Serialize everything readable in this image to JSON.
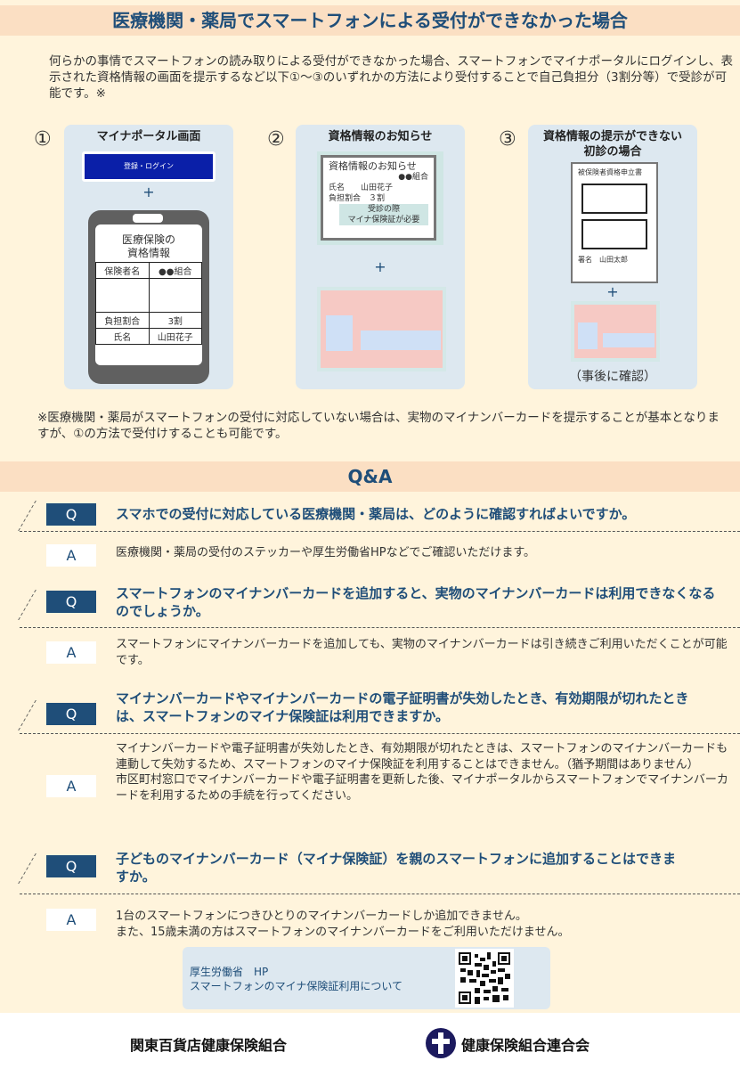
{
  "title": "医療機関・薬局でスマートフォンによる受付ができなかった場合",
  "intro": "何らかの事情でスマートフォンの読み取りによる受付ができなかった場合、スマートフォンでマイナポータルにログインし、表示された資格情報の画面を提示するなど以下①～③のいずれかの方法により受付することで自己負担分（3割分等）で受診が可能です。※",
  "methods": [
    {
      "num": "①",
      "title": "マイナポータル画面",
      "login_button": "登録・ログイン",
      "plus": "+",
      "screen_title": "医療保険の\n資格情報",
      "rows": [
        [
          "保険者名",
          "●●組合"
        ],
        [
          "",
          ""
        ],
        [
          "負担割合",
          "3割"
        ],
        [
          "氏名",
          "山田花子"
        ]
      ]
    },
    {
      "num": "②",
      "title": "資格情報のお知らせ",
      "plus": "+",
      "doc_title": "資格情報のお知らせ",
      "doc_org": "●●組合",
      "doc_name": "氏名　　山田花子",
      "doc_ratio": "負担割合　３割",
      "doc_note": "受診の際\nマイナ保険証が必要"
    },
    {
      "num": "③",
      "title": "資格情報の提示ができない\n初診の場合",
      "plus": "+",
      "doc_title": "被保険者資格申立書",
      "doc_sign": "署名　山田太郎",
      "caption": "（事後に確認）"
    }
  ],
  "note": "※医療機関・薬局がスマートフォンの受付に対応していない場合は、実物のマイナンバーカードを提示することが基本となりますが、①の方法で受付けすることも可能です。",
  "qa_title": "Q&A",
  "q_label": "Q",
  "a_label": "A",
  "qa": [
    {
      "q": "スマホでの受付に対応している医療機関・薬局は、どのように確認すればよいですか。",
      "a": "医療機関・薬局の受付のステッカーや厚生労働省HPなどでご確認いただけます。"
    },
    {
      "q": "スマートフォンのマイナンバーカードを追加すると、実物のマイナンバーカードは利用できなくなるのでしょうか。",
      "a": "スマートフォンにマイナンバーカードを追加しても、実物のマイナンバーカードは引き続きご利用いただくことが可能です。"
    },
    {
      "q": "マイナンバーカードやマイナンバーカードの電子証明書が失効したとき、有効期限が切れたときは、スマートフォンのマイナ保険証は利用できますか。",
      "a": "マイナンバーカードや電子証明書が失効したとき、有効期限が切れたときは、スマートフォンのマイナンバーカードも連動して失効するため、スマートフォンのマイナ保険証を利用することはできません。（猶予期間はありません）\n市区町村窓口でマイナンバーカードや電子証明書を更新した後、マイナポータルからスマートフォンでマイナンバーカードを利用するための手続を行ってください。"
    },
    {
      "q": "子どものマイナンバーカード（マイナ保険証）を親のスマートフォンに追加することはできますか。",
      "a": "1台のスマートフォンにつきひとりのマイナンバーカードしか追加できません。\nまた、15歳未満の方はスマートフォンのマイナンバーカードをご利用いただけません。"
    }
  ],
  "hp": {
    "line1": "厚生労働省　HP",
    "line2": "スマートフォンのマイナ保険証利用について"
  },
  "footer": {
    "left": "関東百貨店健康保険組合",
    "right": "健康保険組合連合会"
  },
  "colors": {
    "navy": "#1f4e79",
    "cream": "#fff4dc",
    "peach": "#fbdfc3",
    "panel": "#dde8f0"
  }
}
